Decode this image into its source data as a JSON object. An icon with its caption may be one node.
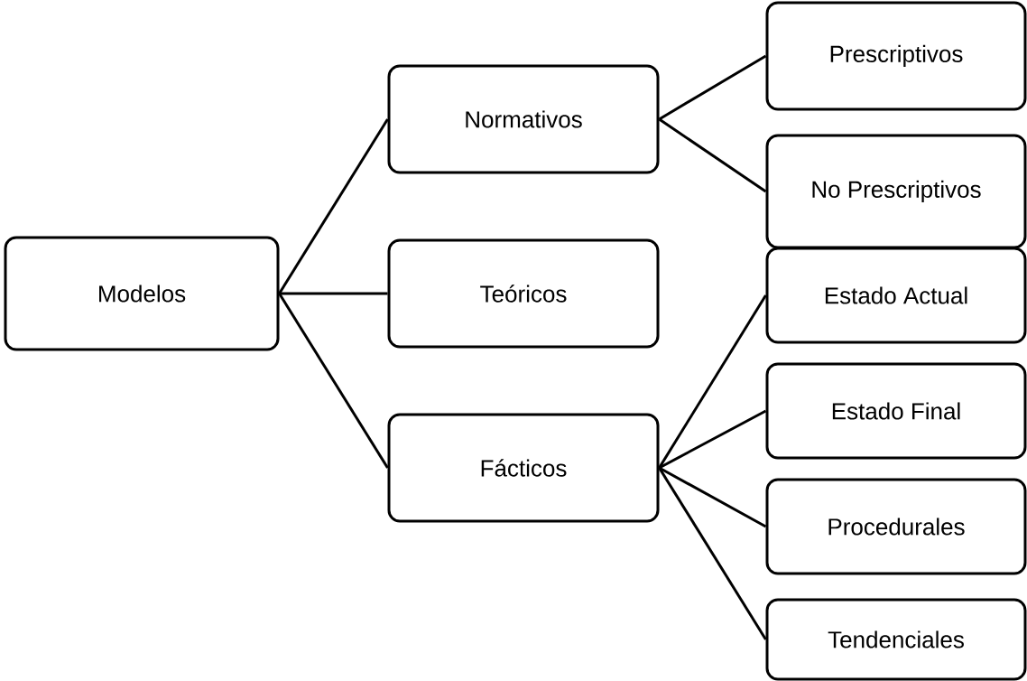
{
  "diagram": {
    "nodes": [
      {
        "text": [
          "Modelos"
        ]
      },
      {
        "text": [
          "Normativos"
        ]
      },
      {
        "text": [
          "Teóricos"
        ]
      },
      {
        "text": [
          "Fácticos"
        ]
      },
      {
        "text": [
          "Prescriptivos"
        ]
      },
      {
        "text": [
          "No Prescriptivos"
        ]
      },
      {
        "text": [
          "Estado Actual"
        ]
      },
      {
        "text": [
          "Estado Final"
        ]
      },
      {
        "text": [
          "Procedurales"
        ]
      },
      {
        "text": [
          "Tendenciales"
        ]
      }
    ],
    "edges": [
      {
        "from": 0,
        "to": 1,
        "arrow": "none"
      },
      {
        "from": 0,
        "to": 2,
        "arrow": "none"
      },
      {
        "from": 0,
        "to": 3,
        "arrow": "none"
      },
      {
        "from": 1,
        "to": 4,
        "arrow": "none"
      },
      {
        "from": 1,
        "to": 5,
        "arrow": "none"
      },
      {
        "from": 3,
        "to": 6,
        "arrow": "none"
      },
      {
        "from": 3,
        "to": 7,
        "arrow": "none"
      },
      {
        "from": 3,
        "to": 8,
        "arrow": "none"
      },
      {
        "from": 3,
        "to": 9,
        "arrow": "none"
      }
    ]
  }
}
